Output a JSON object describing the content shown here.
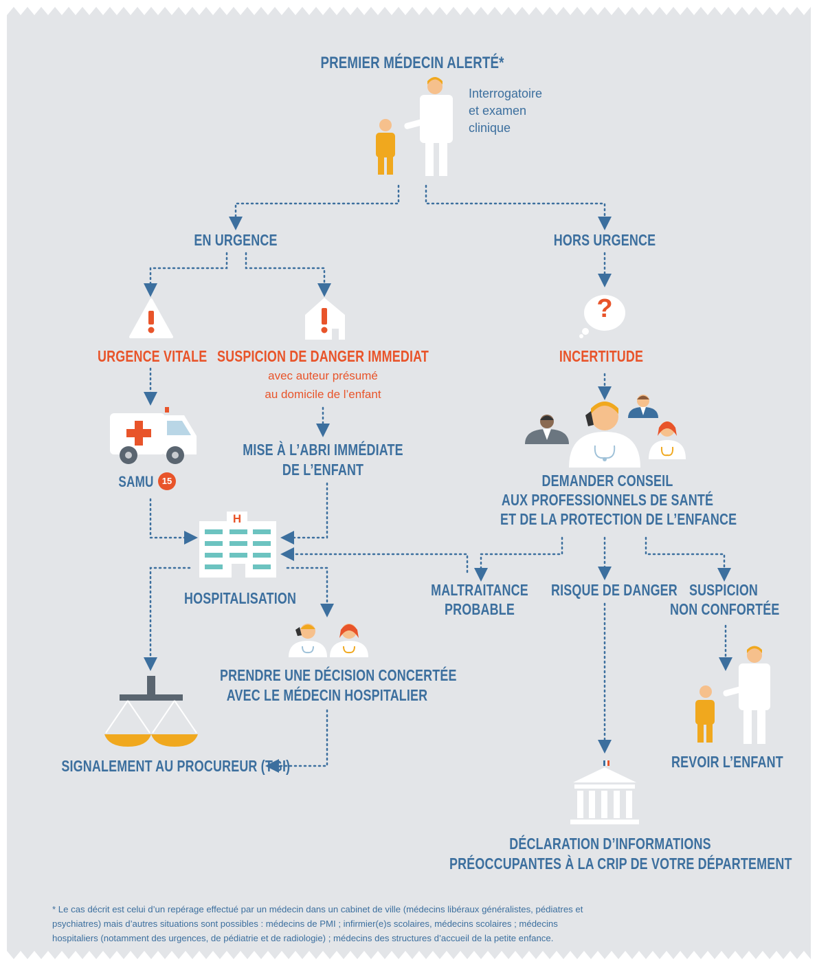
{
  "title": "PREMIER MÉDECIN ALERTÉ*",
  "intro_lines": [
    "Interrogatoire",
    "et examen",
    "clinique"
  ],
  "branches": {
    "urgent": "EN URGENCE",
    "non_urgent": "HORS URGENCE"
  },
  "urgence_vitale": "URGENCE VITALE",
  "danger": {
    "title": "SUSPICION DE DANGER IMMEDIAT",
    "sub_lines": [
      "avec auteur présumé",
      "au domicile de l’enfant"
    ]
  },
  "samu": {
    "label": "SAMU",
    "number": "15"
  },
  "mise_abri_lines": [
    "MISE À L’ABRI IMMÉDIATE",
    "DE L’ENFANT"
  ],
  "hospital_sign": "H",
  "hospitalisation": "HOSPITALISATION",
  "decision_lines": [
    "PRENDRE UNE DÉCISION CONCERTÉE",
    "AVEC LE MÉDECIN HOSPITALIER"
  ],
  "signalement": "SIGNALEMENT AU PROCUREUR (TGI)",
  "incertitude": "INCERTITUDE",
  "question_mark": "?",
  "conseil_lines": [
    "DEMANDER CONSEIL",
    "AUX PROFESSIONNELS DE SANTÉ",
    "ET DE LA PROTECTION DE L’ENFANCE"
  ],
  "maltraitance_lines": [
    "MALTRAITANCE",
    "PROBABLE"
  ],
  "risque": "RISQUE DE DANGER",
  "suspicion_lines": [
    "SUSPICION",
    "NON CONFORTÉE"
  ],
  "revoir": "REVOIR L’ENFANT",
  "declaration_lines": [
    "DÉCLARATION D’INFORMATIONS",
    "PRÉOCCUPANTES À LA CRIP DE VOTRE DÉPARTEMENT"
  ],
  "footnote_lines": [
    "* Le cas décrit est celui d’un repérage effectué par un médecin dans un cabinet de ville (médecins libéraux généralistes, pédiatres et",
    "psychiatres) mais d’autres situations sont possibles : médecins de PMI ; infirmier(e)s scolaires, médecins scolaires ; médecins",
    "hospitaliers (notamment des urgences, de pédiatrie et de radiologie) ; médecins des structures d’accueil de la petite enfance."
  ],
  "colors": {
    "background": "#e3e5e8",
    "primary": "#3c6f9e",
    "accent": "#e8542a",
    "yellow": "#f0a81e",
    "skin": "#f6c08c"
  }
}
